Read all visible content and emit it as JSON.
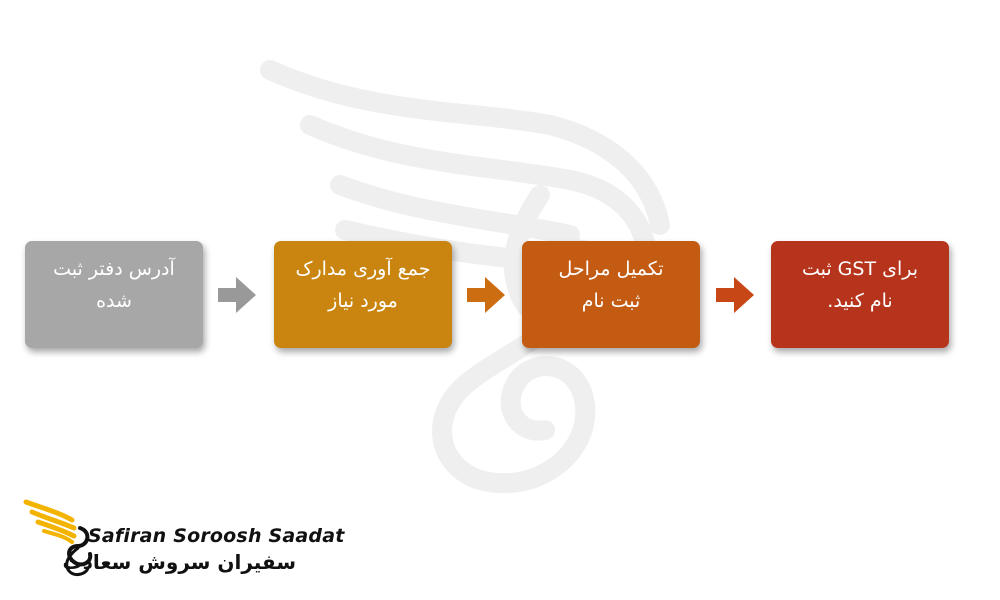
{
  "colors": {
    "step_1": "#a7a7a7",
    "step_2": "#c9850f",
    "step_3": "#c35b12",
    "step_4": "#b6341c",
    "arrow_1": "#999999",
    "arrow_2": "#cd6d12",
    "arrow_3": "#c74716",
    "logo_accent": "#f2b400"
  },
  "steps": [
    {
      "line_1": "آدرس دفتر ثبت",
      "line_2": "شده"
    },
    {
      "line_1": "جمع آوری مدارک",
      "line_2": "مورد نیاز"
    },
    {
      "line_1": "تکمیل مراحل",
      "line_2": "ثبت نام"
    },
    {
      "line_1": "برای GST ثبت",
      "line_2": "نام کنید."
    }
  ],
  "logo": {
    "english": "Safiran Soroosh Saadat",
    "persian": "سفیران سروش سعادت"
  },
  "icons": {
    "arrows": "right-arrow-icon",
    "watermark": "wing-swirl-watermark",
    "logo": "wing-swan-logo-icon"
  }
}
